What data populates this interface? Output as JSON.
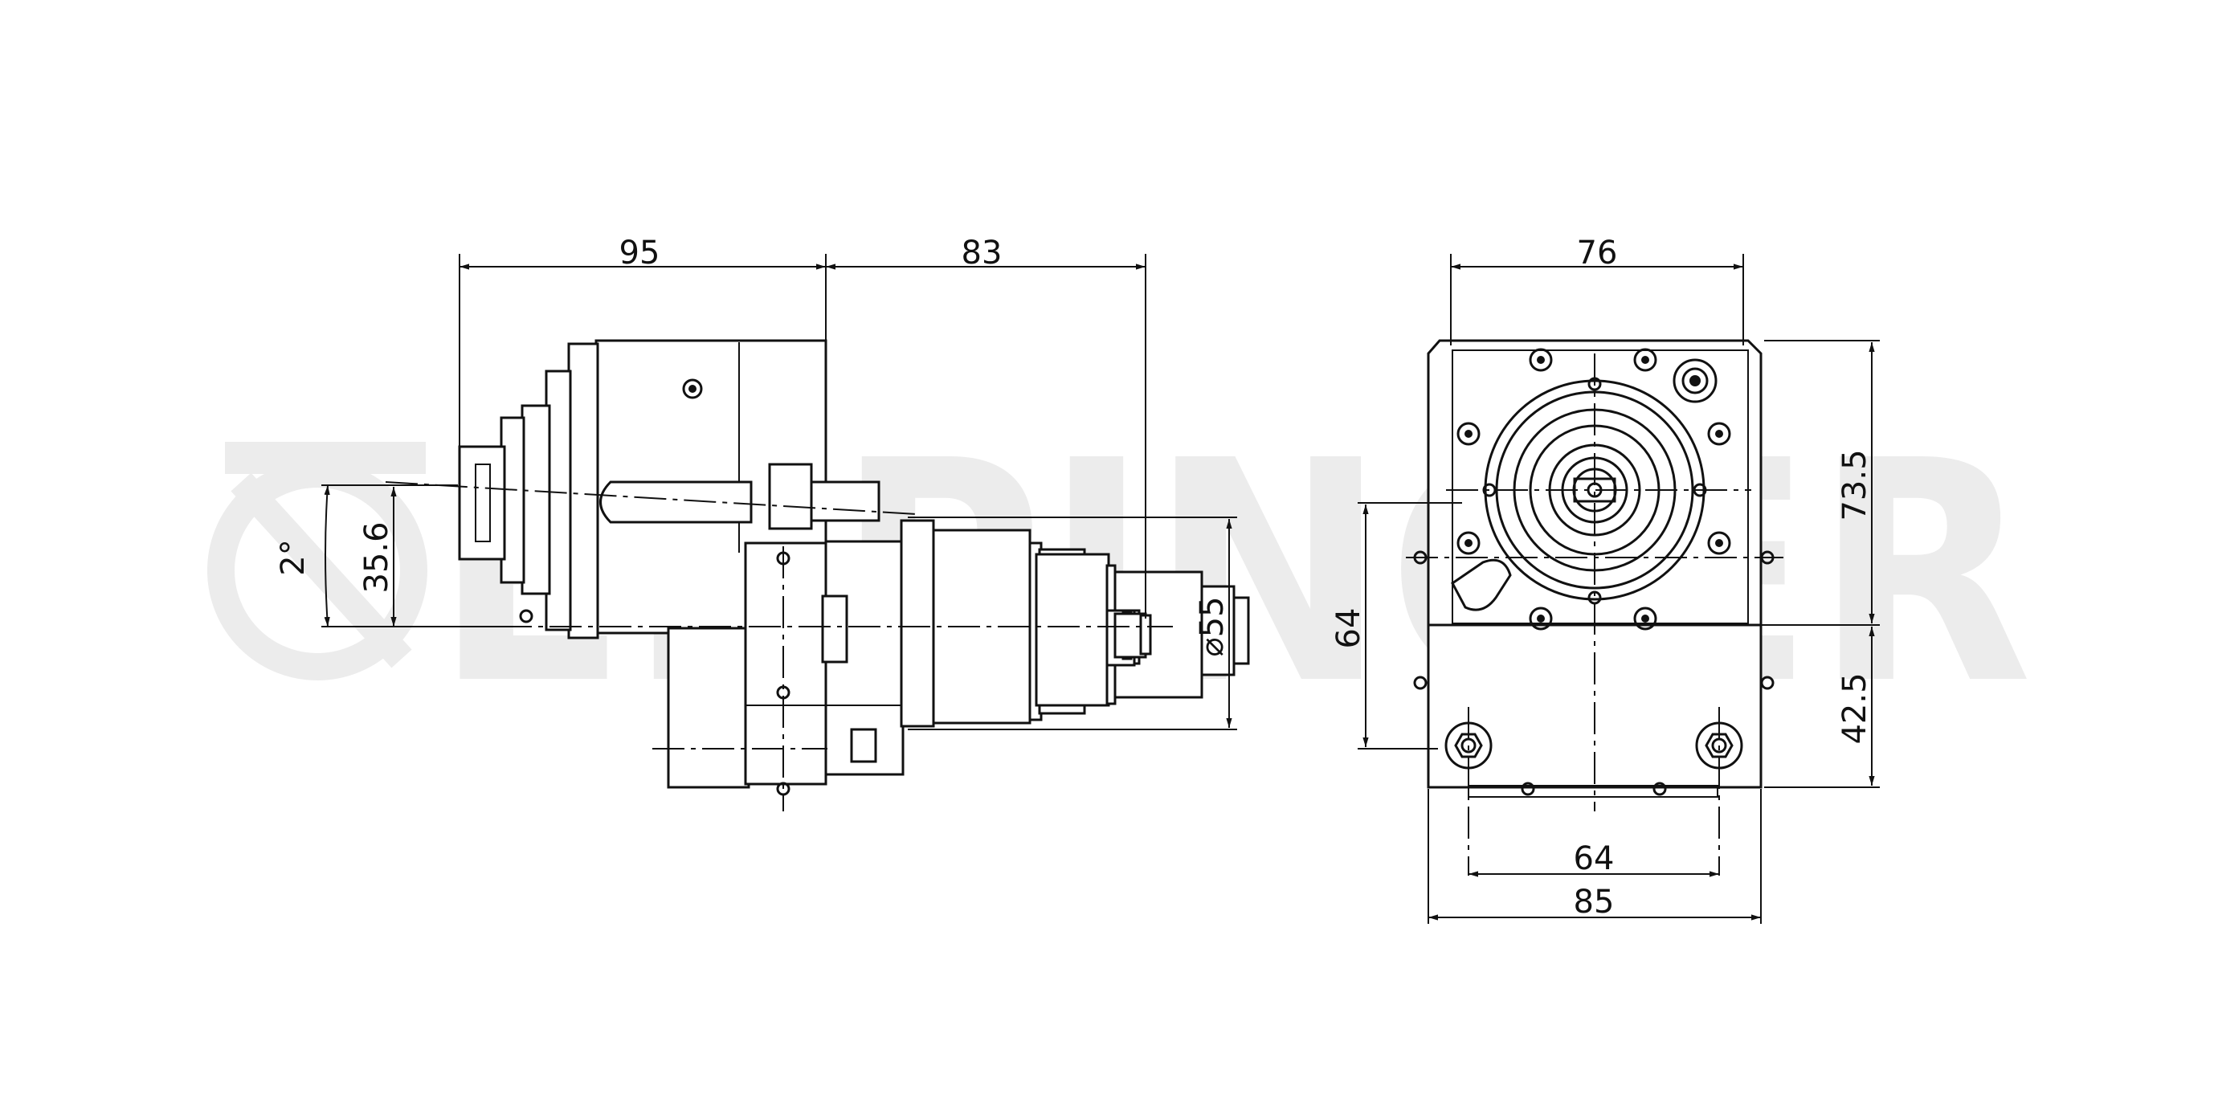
{
  "watermark": {
    "text": "EPPINGER"
  },
  "side_view": {
    "dims": {
      "length_back": "95",
      "length_front": "83",
      "center_offset": "35.6",
      "angle": "2°",
      "diameter": "⌀55"
    }
  },
  "front_view": {
    "dims": {
      "width_top": "76",
      "height_upper": "73.5",
      "height_lower": "42.5",
      "height_left": "64",
      "width_bolt": "64",
      "width_base": "85"
    }
  }
}
